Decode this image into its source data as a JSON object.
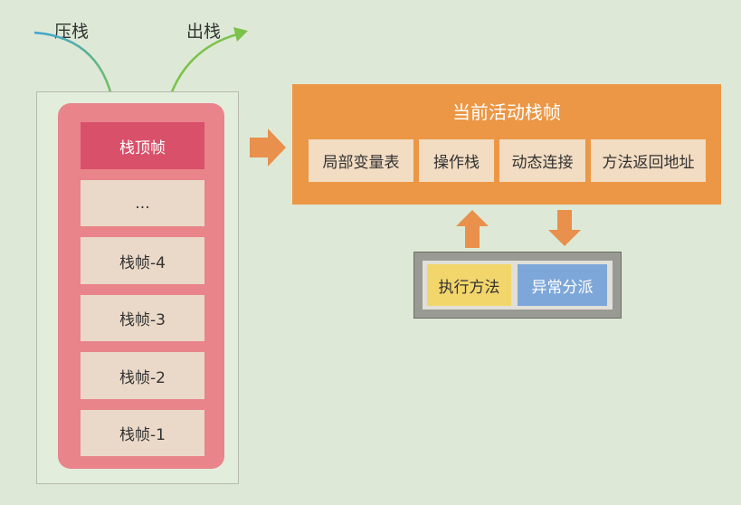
{
  "labels": {
    "push": "压栈",
    "pop": "出栈"
  },
  "stack": {
    "frames": [
      "栈顶帧",
      "...",
      "栈帧-4",
      "栈帧-3",
      "栈帧-2",
      "栈帧-1"
    ]
  },
  "active_frame": {
    "title": "当前活动栈帧",
    "parts": [
      "局部变量表",
      "操作栈",
      "动态连接",
      "方法返回地址"
    ]
  },
  "dispatch": {
    "execute": "执行方法",
    "exception": "异常分派"
  },
  "colors": {
    "background": "#dde9d6",
    "stack": "#e8848a",
    "top_frame": "#d9506a",
    "active": "#eb9745",
    "execute": "#f3d66b",
    "exception": "#7ea7d9",
    "arrow": "#e8904c"
  }
}
